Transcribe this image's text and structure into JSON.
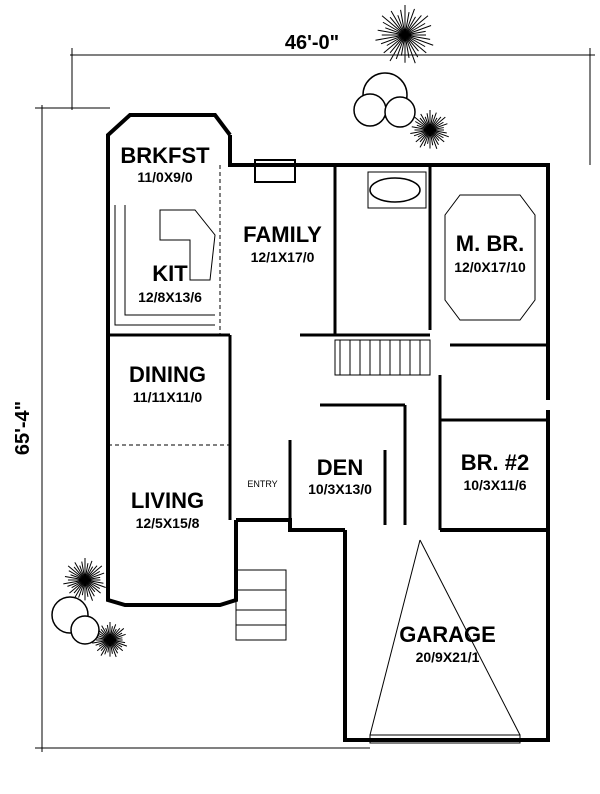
{
  "dimensions": {
    "width": "46'-0\"",
    "depth": "65'-4\""
  },
  "rooms": [
    {
      "id": "brkfst",
      "name": "BRKFST",
      "size": "11/0X9/0"
    },
    {
      "id": "kit",
      "name": "KIT",
      "size": "12/8X13/6"
    },
    {
      "id": "family",
      "name": "FAMILY",
      "size": "12/1X17/0"
    },
    {
      "id": "mbr",
      "name": "M. BR.",
      "size": "12/0X17/10"
    },
    {
      "id": "dining",
      "name": "DINING",
      "size": "11/11X11/0"
    },
    {
      "id": "living",
      "name": "LIVING",
      "size": "12/5X15/8"
    },
    {
      "id": "den",
      "name": "DEN",
      "size": "10/3X13/0"
    },
    {
      "id": "br2",
      "name": "BR. #2",
      "size": "10/3X11/6"
    },
    {
      "id": "garage",
      "name": "GARAGE",
      "size": "20/9X21/1"
    }
  ],
  "entry_label": "ENTRY"
}
